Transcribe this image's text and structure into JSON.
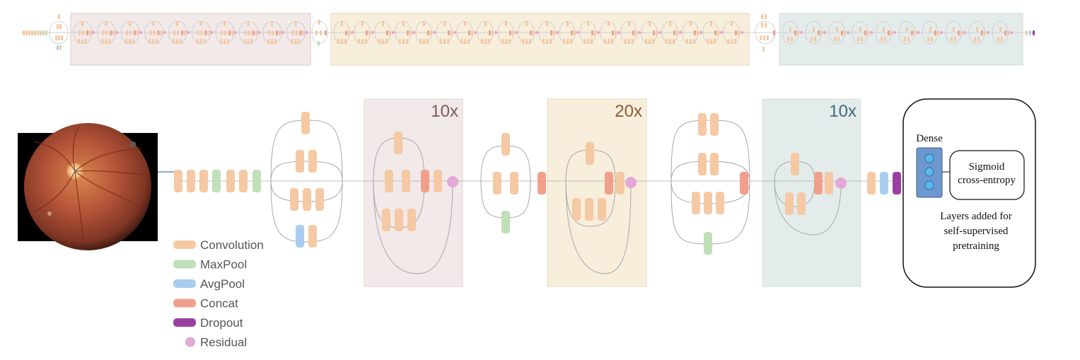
{
  "colors": {
    "convolution": "#f5c9a3",
    "maxpool": "#bfe0b8",
    "avgpool": "#a9cdee",
    "concat": "#f0a08a",
    "dropout": "#9a3fa0",
    "residual": "#e3a8d8",
    "block_a_bg": "#f2e9e9",
    "block_b_bg": "#f7eedc",
    "block_c_bg": "#e4eceb",
    "rep_a_text": "#7a5a5a",
    "rep_b_text": "#8a5a3a",
    "rep_c_text": "#3e6a80",
    "dense_fill": "#6d98cf",
    "neuron_fill": "#5ab8ef"
  },
  "legend": [
    {
      "label": "Convolution",
      "color_key": "convolution"
    },
    {
      "label": "MaxPool",
      "color_key": "maxpool"
    },
    {
      "label": "AvgPool",
      "color_key": "avgpool"
    },
    {
      "label": "Concat",
      "color_key": "concat"
    },
    {
      "label": "Dropout",
      "color_key": "dropout"
    },
    {
      "label": "Residual",
      "color_key": "residual"
    }
  ],
  "blocks": {
    "a_repeat": "10x",
    "b_repeat": "20x",
    "c_repeat": "10x"
  },
  "head": {
    "dense_label": "Dense",
    "loss_line1": "Sigmoid",
    "loss_line2": "cross-entropy",
    "note_line1": "Layers added for",
    "note_line2": "self-supervised",
    "note_line3": "pretraining"
  },
  "icons": {
    "fundus": "retina-fundus-photo-icon"
  }
}
